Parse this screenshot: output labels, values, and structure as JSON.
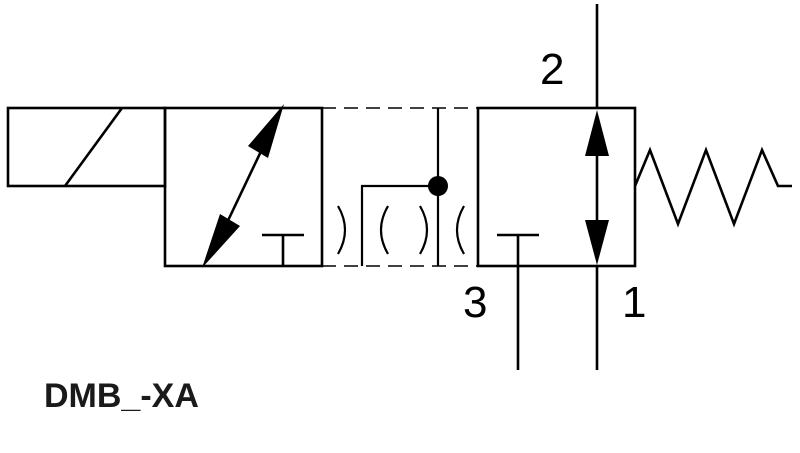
{
  "ports": {
    "port_2": "2",
    "port_3": "3",
    "port_1": "1"
  },
  "model_code": "DMB_-XA",
  "colors": {
    "line": "#000000",
    "background": "#ffffff"
  }
}
